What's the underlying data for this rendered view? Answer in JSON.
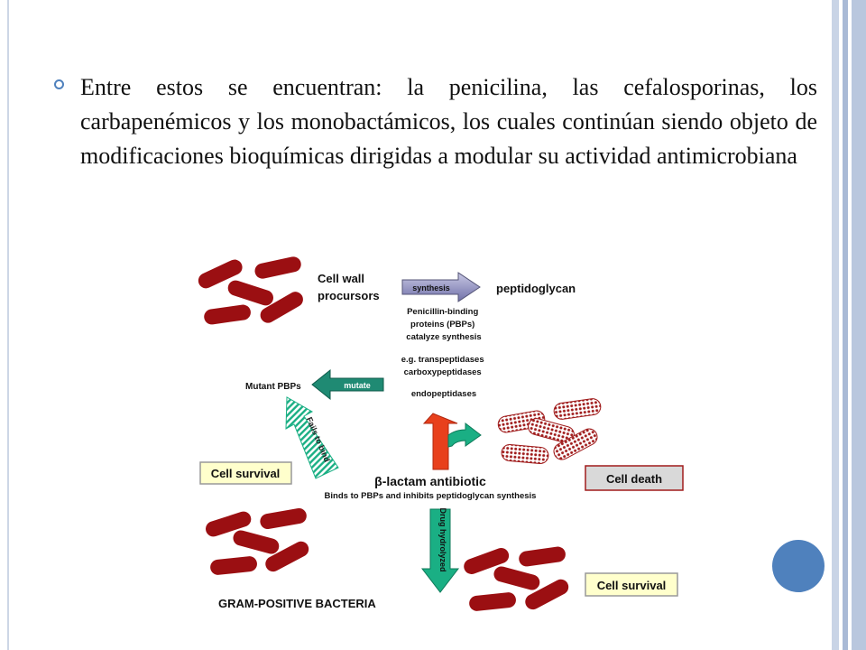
{
  "slide": {
    "bullet_text": "Entre estos se encuentran: la penicilina, las cefalosporinas, los carbapenémicos y los monobactámicos, los cuales continúan siendo objeto de modificaciones bioquímicas dirigidas a modular su actividad antimicrobiana"
  },
  "diagram": {
    "cell_wall_label": [
      "Cell wall",
      "procursors"
    ],
    "synthesis_label": "synthesis",
    "peptidoglycan_label": "peptidoglycan",
    "pbp_text": [
      "Penicillin-binding",
      "proteins (PBPs)",
      "catalyze synthesis"
    ],
    "enzyme_text": [
      "e.g. transpeptidases",
      "carboxypeptidases",
      "endopeptidases"
    ],
    "mutate_label": "mutate",
    "mutant_pbps_label": "Mutant PBPs",
    "fails_to_bind_label": "Fails to bind",
    "cell_survival_left": "Cell survival",
    "beta_lactam_title": "β-lactam antibiotic",
    "beta_lactam_sub": "Binds to PBPs and inhibits peptidoglycan synthesis",
    "cell_death_label": "Cell death",
    "drug_hydrolyzed_label": "Drug hydrolyzed",
    "cell_survival_right": "Cell survival",
    "gram_label": "GRAM-POSITIVE BACTERIA"
  },
  "colors": {
    "accent": "#4f81bd",
    "bacteria": "#9b0f12",
    "survival_box": "#ffffcc",
    "death_box": "#d9d9d9",
    "antibiotic_arrow": "#e8401c",
    "green_arrow": "#1aaf84"
  }
}
